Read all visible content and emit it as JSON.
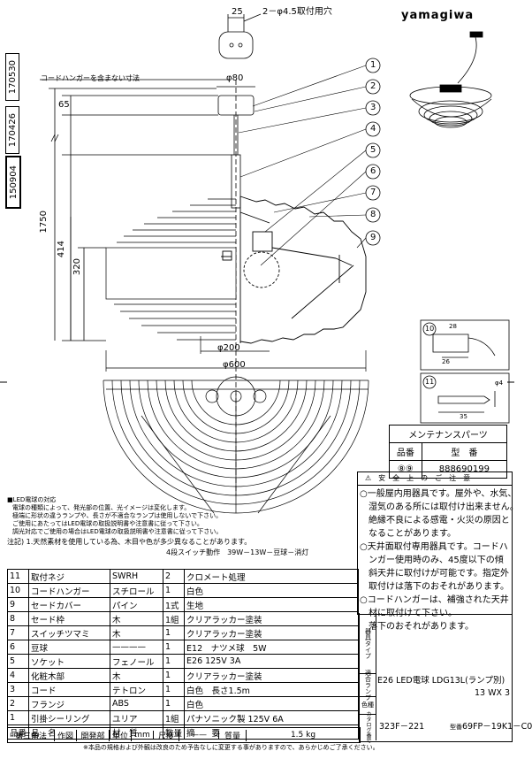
{
  "brand": "yamagiwa",
  "side_codes": [
    "170530",
    "170426",
    "150904"
  ],
  "top_dims": {
    "width_label": "25",
    "holes_label": "2－φ4.5取付用穴"
  },
  "dims": {
    "cord_note": "コードハンガーを含まない寸法",
    "d80": "φ80",
    "d65": "65",
    "d1750": "1750",
    "d414": "414",
    "d320": "320",
    "d200": "φ200",
    "d600": "φ600"
  },
  "callouts": [
    "1",
    "2",
    "3",
    "4",
    "5",
    "6",
    "7",
    "8",
    "9"
  ],
  "detail_labels": {
    "d10": "10",
    "d11": "11",
    "d28": "28",
    "d26": "26",
    "d4": "φ4",
    "d35": "35"
  },
  "maintenance": {
    "title": "メンテナンスパーツ",
    "col1": "品番",
    "col2": "型　番",
    "part_no": "⑧⑨",
    "model_no": "888690199"
  },
  "led_note": {
    "title": "■LED電球の対応",
    "lines": [
      "電球の種類によって、発光部の位置、光イメージは変化します。",
      "極端に形状の違うランプや、長さが不適合なランプは使用しないで下さい。",
      "ご使用にあたってはLED電球の取扱説明書や注意書に従って下さい。",
      "調光対応でご使用の場合はLED電球の取扱説明書や注意書に従って下さい。"
    ],
    "note1": "注記) 1.天然素材を使用している為、木目や色が多少異なることがあります。",
    "switch": "4段スイッチ動作　39W－13W－豆球－消灯"
  },
  "caution": {
    "title": "⚠　安　全　上　の　ご　注　意",
    "lines": [
      "○一般屋内用器具です。屋外や、水気、",
      "　湿気のある所には取付け出来ません。",
      "　絶縁不良による感電・火災の原因と",
      "　なることがあります。",
      "○天井面取付専用器具です。コードハ",
      "　ンガー使用時のみ、45度以下の傾",
      "　斜天井に取付けが可能です。指定外",
      "　取付けは落下のおそれがあります。",
      "○コードハンガーは、補強された天井",
      "　材に取付けて下さい。",
      "　落下のおそれがあります。"
    ]
  },
  "parts": [
    {
      "no": "11",
      "name": "取付ネジ",
      "mat": "SWRH",
      "qty": "2",
      "note": "クロメート処理"
    },
    {
      "no": "10",
      "name": "コードハンガー",
      "mat": "スチロール",
      "qty": "1",
      "note": "白色"
    },
    {
      "no": "9",
      "name": "セードカバー",
      "mat": "パイン",
      "qty": "1式",
      "note": "生地"
    },
    {
      "no": "8",
      "name": "セード枠",
      "mat": "木",
      "qty": "1組",
      "note": "クリアラッカー塗装"
    },
    {
      "no": "7",
      "name": "スイッチツマミ",
      "mat": "木",
      "qty": "1",
      "note": "クリアラッカー塗装"
    },
    {
      "no": "6",
      "name": "豆球",
      "mat": "————",
      "qty": "1",
      "note": "E12　ナツメ球　5W"
    },
    {
      "no": "5",
      "name": "ソケット",
      "mat": "フェノール",
      "qty": "1",
      "note": "E26 125V 3A"
    },
    {
      "no": "4",
      "name": "化粧木部",
      "mat": "木",
      "qty": "1",
      "note": "クリアラッカー塗装"
    },
    {
      "no": "3",
      "name": "コード",
      "mat": "テトロン",
      "qty": "1",
      "note": "白色　長さ1.5m"
    },
    {
      "no": "2",
      "name": "フランジ",
      "mat": "ABS",
      "qty": "1",
      "note": "白色"
    },
    {
      "no": "1",
      "name": "引掛シーリング",
      "mat": "ユリア",
      "qty": "1組",
      "note": "パナソニック製 125V 6A"
    }
  ],
  "header_row": {
    "h1": "品番",
    "h2": "品　名",
    "h3": "材　質",
    "h4": "数量",
    "h5": "摘　　要"
  },
  "footer_row": {
    "f1": "第三角法",
    "f2": "作図",
    "f3": "開発部",
    "f4": "単位",
    "f5": "mm",
    "f6": "尺度",
    "f7": "——",
    "f8": "質量",
    "f9": "1.5 kg"
  },
  "right_labels": {
    "kigu_type": "器具タイプ",
    "lamp_label": "適合ランプ",
    "lamp_val": "E26 LED電球 LDG13L(ランプ別)",
    "lamp_val2": "13 WX 3",
    "color_label": "色種",
    "catalog_label": "カタログ番号",
    "catalog_val": "323F－221",
    "model_label": "型番",
    "model_val": "69FP－19K1－C0"
  },
  "disclaimer": "※本品の規格および外観は改良のため予告なしに変更する事がありますので、あらかじめご了承ください。"
}
